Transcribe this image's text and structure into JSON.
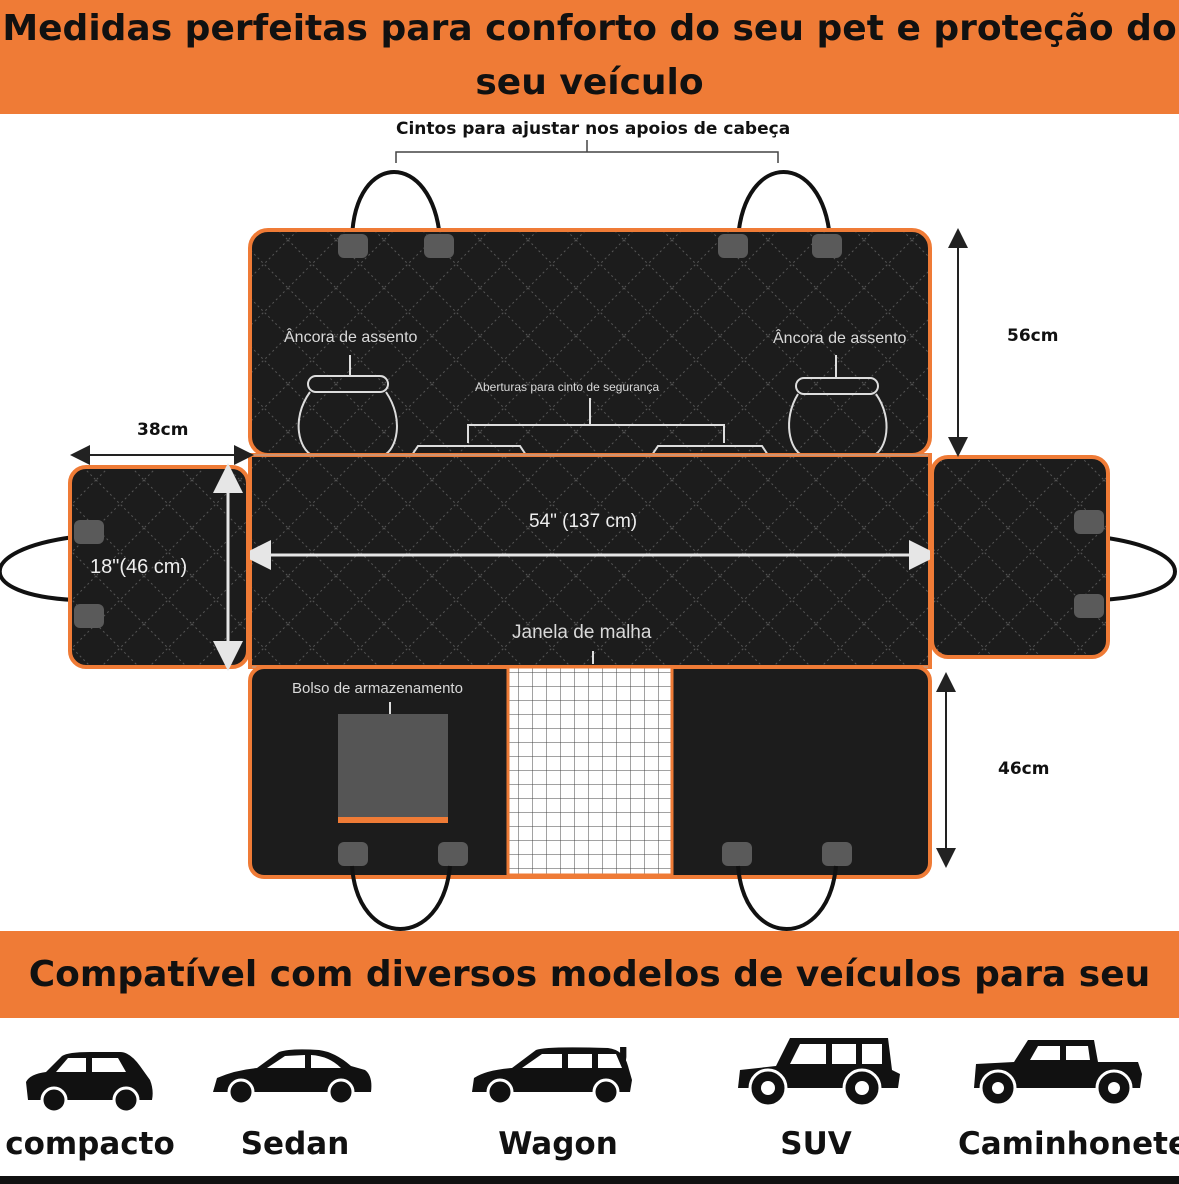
{
  "header": {
    "title": "Medidas perfeitas para conforto do seu pet e proteção do seu veículo"
  },
  "diagram": {
    "headrest_straps": "Cintos para ajustar nos apoios de cabeça",
    "seat_anchor_left": "Âncora de assento",
    "seat_anchor_right": "Âncora de assento",
    "belt_openings": "Aberturas para cinto de segurança",
    "width_main": "54\" (137 cm)",
    "side_flap_width": "38cm",
    "side_flap_height": "18\"(46 cm)",
    "back_height": "56cm",
    "front_height": "46cm",
    "mesh_window": "Janela de malha",
    "storage_pocket": "Bolso de armazenamento"
  },
  "compat": {
    "title": "Compatível com diversos modelos de veículos para seu pet!",
    "vehicles": [
      {
        "label": "compacto",
        "icon": "compact-car-icon"
      },
      {
        "label": "Sedan",
        "icon": "sedan-icon"
      },
      {
        "label": "Wagon",
        "icon": "wagon-icon"
      },
      {
        "label": "SUV",
        "icon": "suv-icon"
      },
      {
        "label": "Caminhonetes",
        "icon": "pickup-truck-icon"
      }
    ]
  },
  "colors": {
    "accent": "#ef7b36",
    "panel": "#1b1b1b",
    "text": "#111111"
  }
}
